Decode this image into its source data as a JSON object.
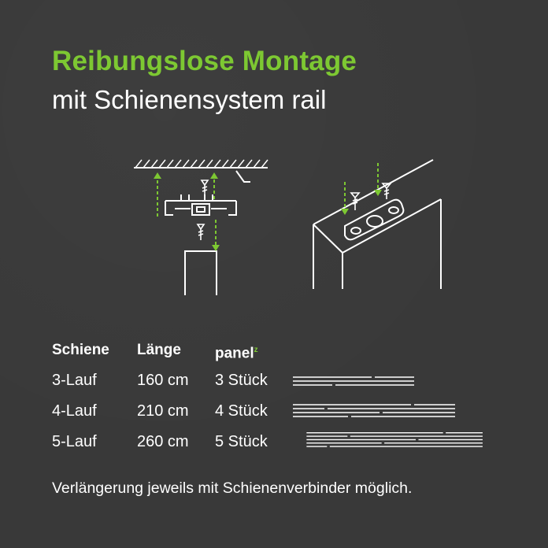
{
  "title": {
    "line1": "Reibungslose Montage",
    "line2": "mit Schienensystem rail"
  },
  "colors": {
    "accent": "#7dc832",
    "background": "#393939",
    "text": "#ffffff"
  },
  "table": {
    "headers": {
      "col1": "Schiene",
      "col2": "Länge",
      "col3": "panel",
      "col3_sup": "z"
    },
    "rows": [
      {
        "schiene": "3-Lauf",
        "laenge": "160 cm",
        "panel": "3 Stück",
        "lanes": 3
      },
      {
        "schiene": "4-Lauf",
        "laenge": "210 cm",
        "panel": "4 Stück",
        "lanes": 4
      },
      {
        "schiene": "5-Lauf",
        "laenge": "260 cm",
        "panel": "5 Stück",
        "lanes": 5
      }
    ]
  },
  "footer": "Verlängerung jeweils mit Schienenverbinder möglich.",
  "icons": [
    "ceiling-mount-diagram",
    "wall-mount-diagram",
    "screw-icon",
    "arrow-down-icon",
    "arrow-up-icon"
  ]
}
